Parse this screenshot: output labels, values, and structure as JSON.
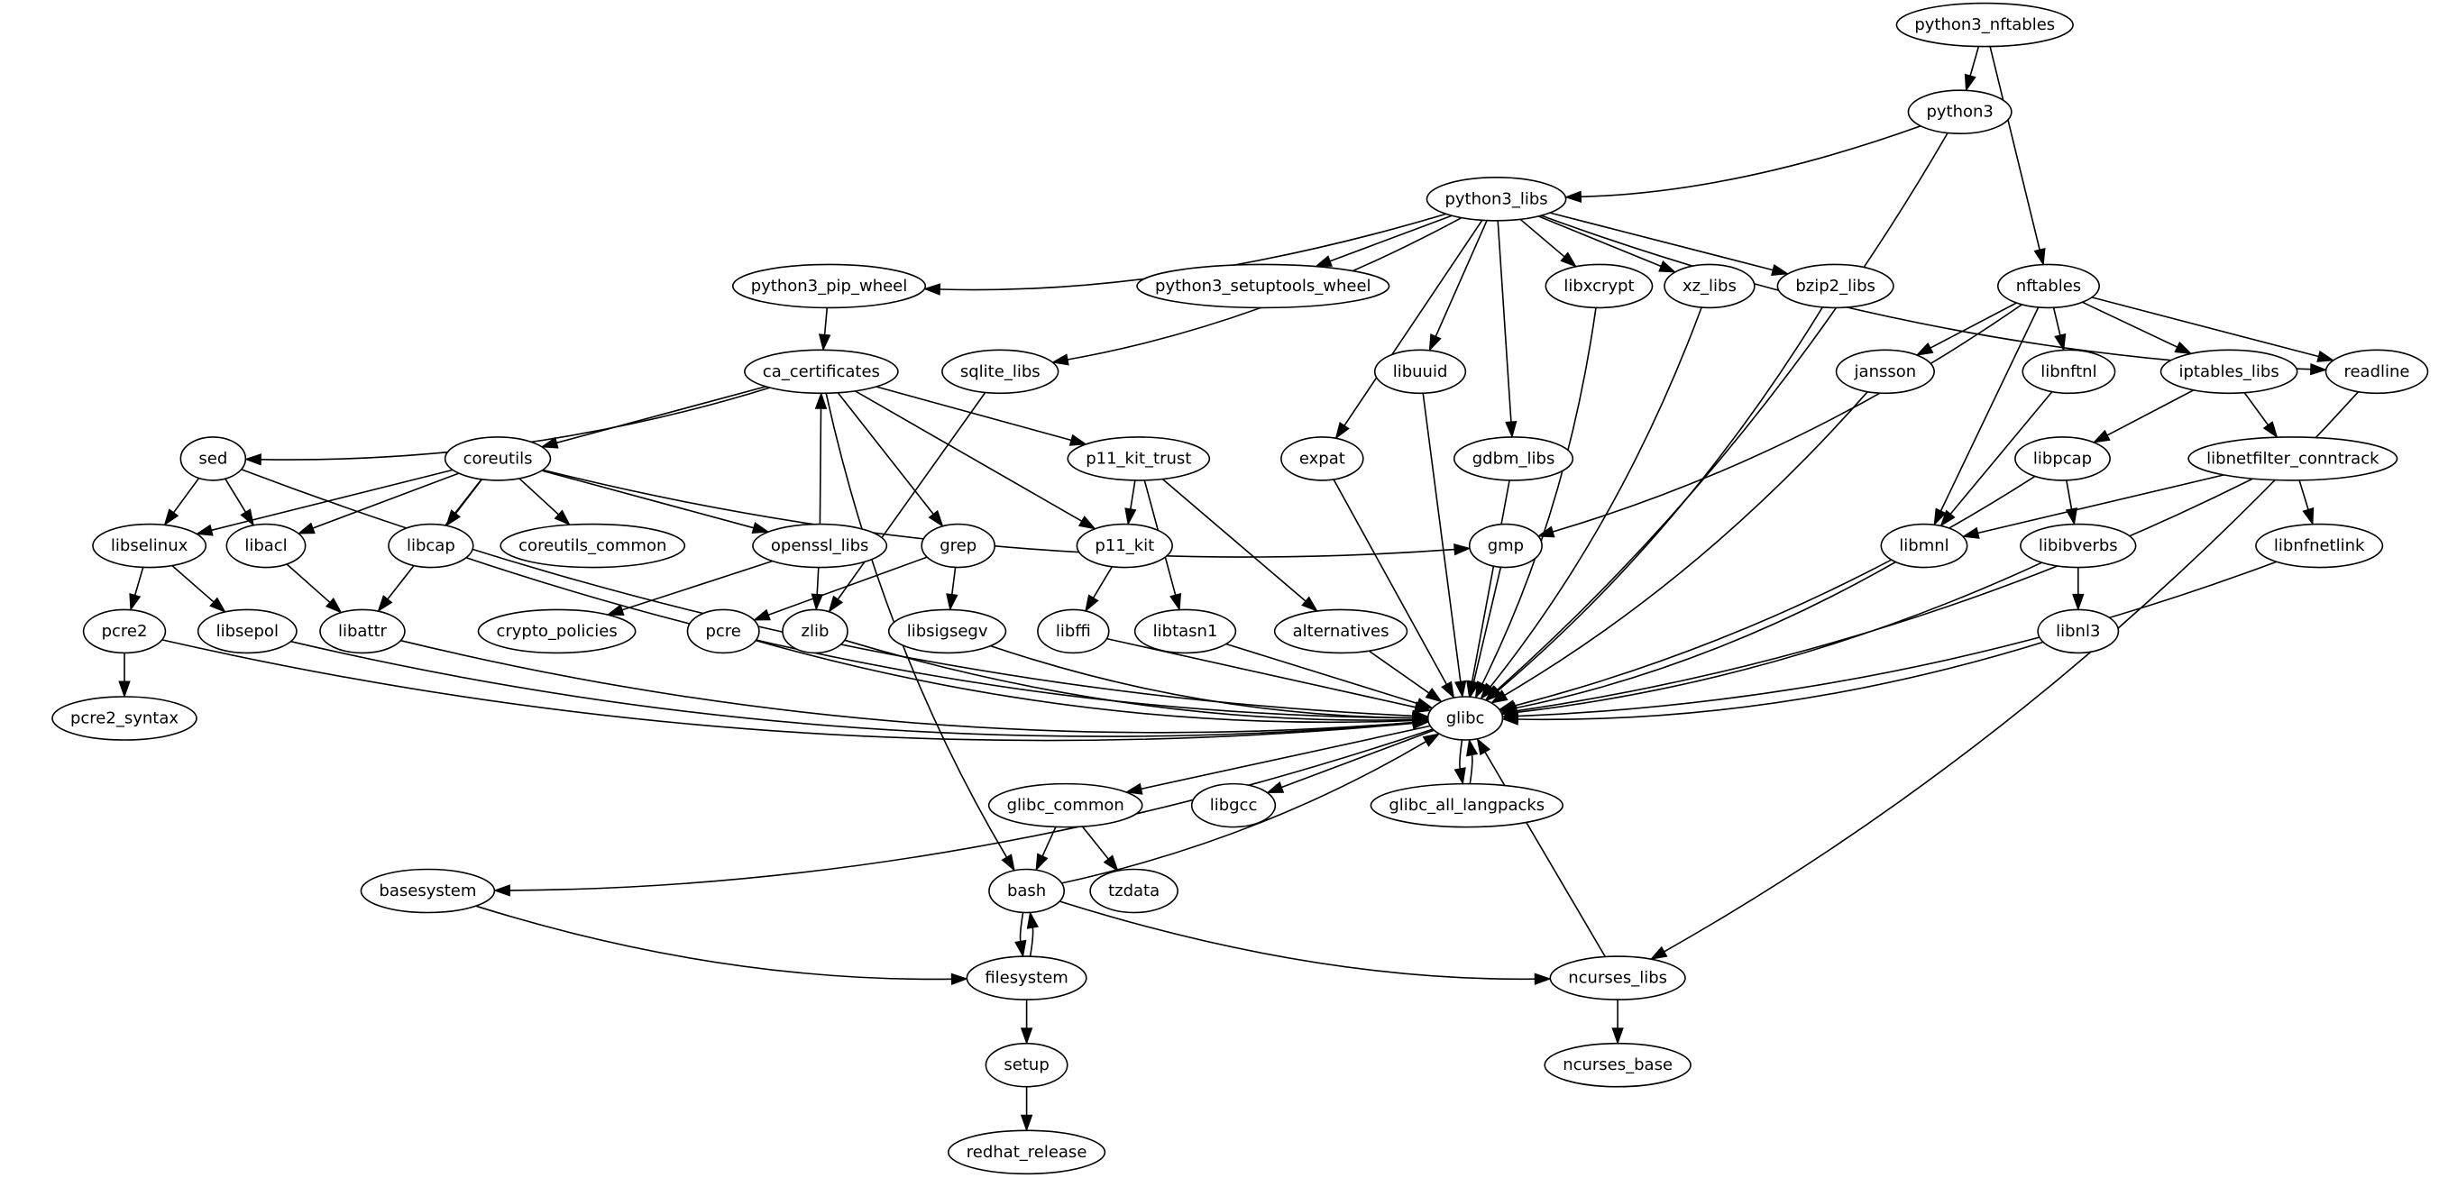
{
  "graph": {
    "type": "directed dependency graph",
    "colors": {
      "background": "#ffffff",
      "stroke": "#000000",
      "text": "#000000"
    },
    "nodes": [
      {
        "id": "python3_nftables",
        "label": "python3_nftables"
      },
      {
        "id": "python3",
        "label": "python3"
      },
      {
        "id": "python3_libs",
        "label": "python3_libs"
      },
      {
        "id": "python3_pip_wheel",
        "label": "python3_pip_wheel"
      },
      {
        "id": "python3_setuptools_wheel",
        "label": "python3_setuptools_wheel"
      },
      {
        "id": "libxcrypt",
        "label": "libxcrypt"
      },
      {
        "id": "xz_libs",
        "label": "xz_libs"
      },
      {
        "id": "bzip2_libs",
        "label": "bzip2_libs"
      },
      {
        "id": "nftables",
        "label": "nftables"
      },
      {
        "id": "ca_certificates",
        "label": "ca_certificates"
      },
      {
        "id": "sqlite_libs",
        "label": "sqlite_libs"
      },
      {
        "id": "libuuid",
        "label": "libuuid"
      },
      {
        "id": "jansson",
        "label": "jansson"
      },
      {
        "id": "libnftnl",
        "label": "libnftnl"
      },
      {
        "id": "iptables_libs",
        "label": "iptables_libs"
      },
      {
        "id": "readline",
        "label": "readline"
      },
      {
        "id": "sed",
        "label": "sed"
      },
      {
        "id": "coreutils",
        "label": "coreutils"
      },
      {
        "id": "p11_kit_trust",
        "label": "p11_kit_trust"
      },
      {
        "id": "expat",
        "label": "expat"
      },
      {
        "id": "gdbm_libs",
        "label": "gdbm_libs"
      },
      {
        "id": "libpcap",
        "label": "libpcap"
      },
      {
        "id": "libnetfilter_conntrack",
        "label": "libnetfilter_conntrack"
      },
      {
        "id": "libselinux",
        "label": "libselinux"
      },
      {
        "id": "libacl",
        "label": "libacl"
      },
      {
        "id": "libcap",
        "label": "libcap"
      },
      {
        "id": "coreutils_common",
        "label": "coreutils_common"
      },
      {
        "id": "openssl_libs",
        "label": "openssl_libs"
      },
      {
        "id": "grep",
        "label": "grep"
      },
      {
        "id": "p11_kit",
        "label": "p11_kit"
      },
      {
        "id": "gmp",
        "label": "gmp"
      },
      {
        "id": "libmnl",
        "label": "libmnl"
      },
      {
        "id": "libibverbs",
        "label": "libibverbs"
      },
      {
        "id": "libnfnetlink",
        "label": "libnfnetlink"
      },
      {
        "id": "pcre2",
        "label": "pcre2"
      },
      {
        "id": "libsepol",
        "label": "libsepol"
      },
      {
        "id": "libattr",
        "label": "libattr"
      },
      {
        "id": "crypto_policies",
        "label": "crypto_policies"
      },
      {
        "id": "pcre",
        "label": "pcre"
      },
      {
        "id": "zlib",
        "label": "zlib"
      },
      {
        "id": "libsigsegv",
        "label": "libsigsegv"
      },
      {
        "id": "libffi",
        "label": "libffi"
      },
      {
        "id": "libtasn1",
        "label": "libtasn1"
      },
      {
        "id": "alternatives",
        "label": "alternatives"
      },
      {
        "id": "libnl3",
        "label": "libnl3"
      },
      {
        "id": "pcre2_syntax",
        "label": "pcre2_syntax"
      },
      {
        "id": "glibc",
        "label": "glibc"
      },
      {
        "id": "glibc_common",
        "label": "glibc_common"
      },
      {
        "id": "libgcc",
        "label": "libgcc"
      },
      {
        "id": "glibc_all_langpacks",
        "label": "glibc_all_langpacks"
      },
      {
        "id": "basesystem",
        "label": "basesystem"
      },
      {
        "id": "bash",
        "label": "bash"
      },
      {
        "id": "tzdata",
        "label": "tzdata"
      },
      {
        "id": "filesystem",
        "label": "filesystem"
      },
      {
        "id": "ncurses_libs",
        "label": "ncurses_libs"
      },
      {
        "id": "setup",
        "label": "setup"
      },
      {
        "id": "ncurses_base",
        "label": "ncurses_base"
      },
      {
        "id": "redhat_release",
        "label": "redhat_release"
      }
    ],
    "edges": [
      [
        "python3_nftables",
        "python3"
      ],
      [
        "python3_nftables",
        "nftables"
      ],
      [
        "python3",
        "python3_libs"
      ],
      [
        "python3",
        "glibc"
      ],
      [
        "python3_libs",
        "python3_pip_wheel"
      ],
      [
        "python3_libs",
        "python3_setuptools_wheel"
      ],
      [
        "python3_libs",
        "libxcrypt"
      ],
      [
        "python3_libs",
        "xz_libs"
      ],
      [
        "python3_libs",
        "bzip2_libs"
      ],
      [
        "python3_libs",
        "readline"
      ],
      [
        "python3_libs",
        "sqlite_libs"
      ],
      [
        "python3_libs",
        "expat"
      ],
      [
        "python3_libs",
        "libuuid"
      ],
      [
        "python3_libs",
        "gdbm_libs"
      ],
      [
        "python3_pip_wheel",
        "ca_certificates"
      ],
      [
        "libxcrypt",
        "glibc"
      ],
      [
        "xz_libs",
        "glibc"
      ],
      [
        "bzip2_libs",
        "glibc"
      ],
      [
        "nftables",
        "jansson"
      ],
      [
        "nftables",
        "libnftnl"
      ],
      [
        "nftables",
        "iptables_libs"
      ],
      [
        "nftables",
        "readline"
      ],
      [
        "nftables",
        "gmp"
      ],
      [
        "nftables",
        "libmnl"
      ],
      [
        "ca_certificates",
        "sed"
      ],
      [
        "ca_certificates",
        "coreutils"
      ],
      [
        "ca_certificates",
        "p11_kit_trust"
      ],
      [
        "ca_certificates",
        "grep"
      ],
      [
        "ca_certificates",
        "p11_kit"
      ],
      [
        "ca_certificates",
        "bash"
      ],
      [
        "sqlite_libs",
        "zlib"
      ],
      [
        "libuuid",
        "glibc"
      ],
      [
        "jansson",
        "glibc"
      ],
      [
        "libnftnl",
        "libmnl"
      ],
      [
        "iptables_libs",
        "libpcap"
      ],
      [
        "iptables_libs",
        "libnetfilter_conntrack"
      ],
      [
        "readline",
        "ncurses_libs"
      ],
      [
        "sed",
        "libselinux"
      ],
      [
        "sed",
        "libacl"
      ],
      [
        "sed",
        "glibc"
      ],
      [
        "coreutils",
        "libselinux"
      ],
      [
        "coreutils",
        "libacl"
      ],
      [
        "coreutils",
        "libcap"
      ],
      [
        "coreutils",
        "coreutils_common"
      ],
      [
        "coreutils",
        "openssl_libs"
      ],
      [
        "coreutils",
        "libattr"
      ],
      [
        "coreutils",
        "gmp"
      ],
      [
        "p11_kit_trust",
        "p11_kit"
      ],
      [
        "p11_kit_trust",
        "libtasn1"
      ],
      [
        "p11_kit_trust",
        "alternatives"
      ],
      [
        "expat",
        "glibc"
      ],
      [
        "gdbm_libs",
        "glibc"
      ],
      [
        "libpcap",
        "libibverbs"
      ],
      [
        "libpcap",
        "glibc"
      ],
      [
        "libnetfilter_conntrack",
        "libmnl"
      ],
      [
        "libnetfilter_conntrack",
        "libnfnetlink"
      ],
      [
        "libnetfilter_conntrack",
        "glibc"
      ],
      [
        "libselinux",
        "pcre2"
      ],
      [
        "libselinux",
        "libsepol"
      ],
      [
        "libacl",
        "libattr"
      ],
      [
        "libcap",
        "glibc"
      ],
      [
        "openssl_libs",
        "ca_certificates"
      ],
      [
        "openssl_libs",
        "crypto_policies"
      ],
      [
        "openssl_libs",
        "zlib"
      ],
      [
        "grep",
        "pcre"
      ],
      [
        "grep",
        "libsigsegv"
      ],
      [
        "p11_kit",
        "libffi"
      ],
      [
        "gmp",
        "glibc"
      ],
      [
        "libmnl",
        "glibc"
      ],
      [
        "libibverbs",
        "libnl3"
      ],
      [
        "libibverbs",
        "glibc"
      ],
      [
        "libnfnetlink",
        "glibc"
      ],
      [
        "pcre2",
        "pcre2_syntax"
      ],
      [
        "pcre2",
        "glibc"
      ],
      [
        "libsepol",
        "glibc"
      ],
      [
        "libattr",
        "glibc"
      ],
      [
        "pcre",
        "glibc"
      ],
      [
        "zlib",
        "glibc"
      ],
      [
        "libsigsegv",
        "glibc"
      ],
      [
        "libffi",
        "glibc"
      ],
      [
        "libtasn1",
        "glibc"
      ],
      [
        "alternatives",
        "glibc"
      ],
      [
        "libnl3",
        "glibc"
      ],
      [
        "glibc",
        "basesystem"
      ],
      [
        "glibc",
        "glibc_common"
      ],
      [
        "glibc",
        "libgcc"
      ],
      [
        "glibc",
        "glibc_all_langpacks"
      ],
      [
        "glibc_all_langpacks",
        "glibc"
      ],
      [
        "glibc_common",
        "bash"
      ],
      [
        "glibc_common",
        "tzdata"
      ],
      [
        "bash",
        "glibc"
      ],
      [
        "bash",
        "filesystem"
      ],
      [
        "bash",
        "ncurses_libs"
      ],
      [
        "filesystem",
        "bash"
      ],
      [
        "filesystem",
        "setup"
      ],
      [
        "basesystem",
        "filesystem"
      ],
      [
        "ncurses_libs",
        "glibc"
      ],
      [
        "ncurses_libs",
        "ncurses_base"
      ],
      [
        "setup",
        "redhat_release"
      ]
    ]
  }
}
